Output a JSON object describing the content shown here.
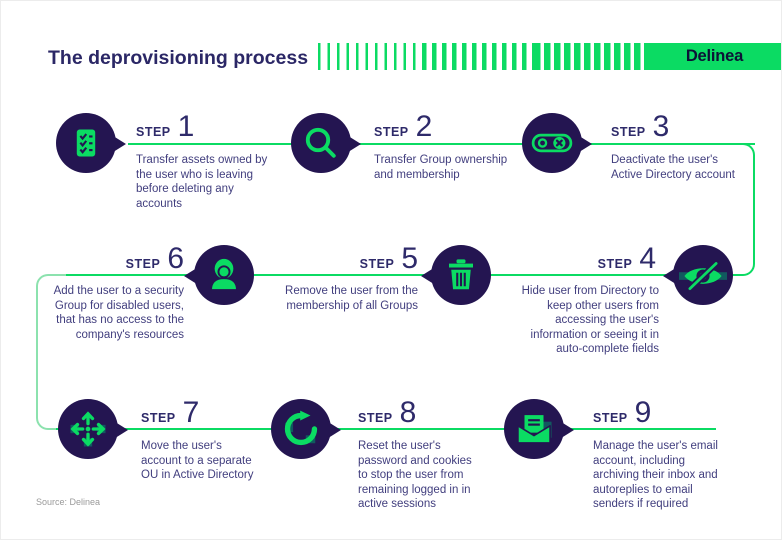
{
  "header": {
    "title": "The deprovisioning process",
    "logo_text": "Delinea"
  },
  "source_note": "Source: Delinea",
  "colors": {
    "navy": "#241551",
    "green": "#0bdb63",
    "teal": "#11595f",
    "heading_text": "#2e2a6a",
    "body_text": "#413e7e"
  },
  "steps": [
    {
      "label": "STEP",
      "number": "1",
      "icon": "checklist-icon",
      "description": "Transfer assets owned by\nthe user who is leaving\nbefore deleting any\naccounts"
    },
    {
      "label": "STEP",
      "number": "2",
      "icon": "search-icon",
      "description": "Transfer Group ownership\nand membership"
    },
    {
      "label": "STEP",
      "number": "3",
      "icon": "toggle-off-icon",
      "description": "Deactivate the user's\nActive Directory account"
    },
    {
      "label": "STEP",
      "number": "4",
      "icon": "eye-off-icon",
      "description": "Hide user from Directory to\nkeep other users from\naccessing the user's\ninformation or seeing it in\nauto-complete fields"
    },
    {
      "label": "STEP",
      "number": "5",
      "icon": "trash-icon",
      "description": "Remove the user from the\nmembership of all Groups"
    },
    {
      "label": "STEP",
      "number": "6",
      "icon": "user-icon",
      "description": "Add the user to a security\nGroup for disabled users,\nthat has no access to the\ncompany's resources"
    },
    {
      "label": "STEP",
      "number": "7",
      "icon": "move-arrows-icon",
      "description": "Move the user's\naccount to a separate\nOU in Active Directory"
    },
    {
      "label": "STEP",
      "number": "8",
      "icon": "refresh-icon",
      "description": "Reset the user's\npassword and cookies\nto stop the user from\nremaining logged in in\nactive sessions"
    },
    {
      "label": "STEP",
      "number": "9",
      "icon": "mail-icon",
      "description": "Manage the user's email\naccount, including\narchiving their inbox and\nautoreplies to email\nsenders if required"
    }
  ]
}
